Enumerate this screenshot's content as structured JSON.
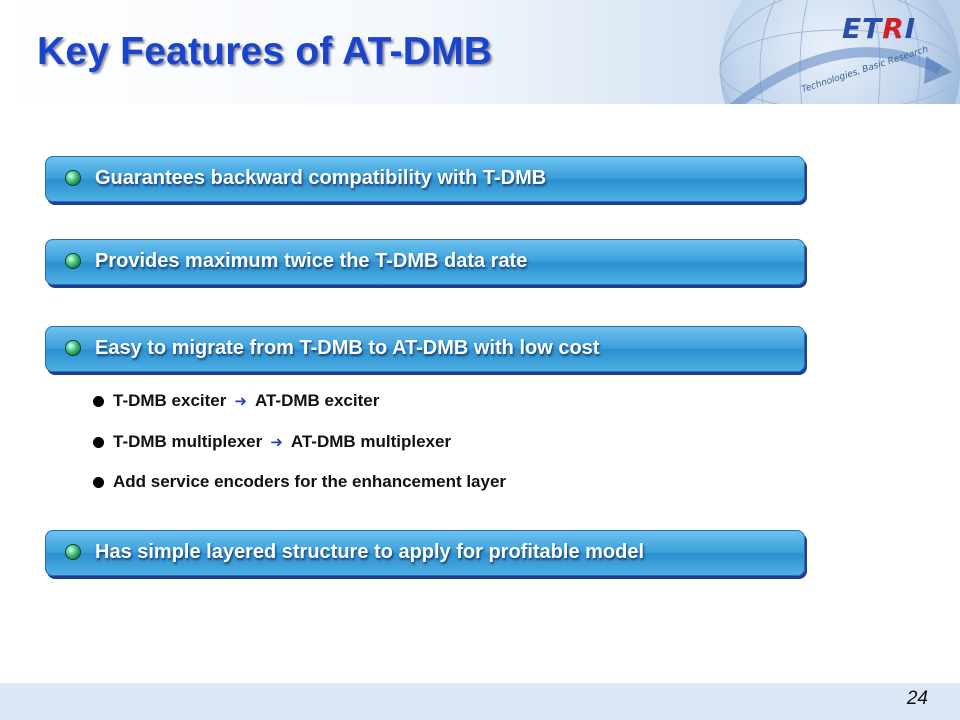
{
  "header": {
    "title": "Key Features of AT-DMB",
    "logo_main": "ET",
    "logo_accent": "R",
    "logo_end": "I",
    "globe_caption": "Technologies, Basic Research"
  },
  "features": [
    {
      "text": "Guarantees backward compatibility with T-DMB"
    },
    {
      "text": "Provides maximum twice the T-DMB data rate"
    },
    {
      "text": "Easy to migrate from T-DMB to AT-DMB with low cost"
    },
    {
      "text": "Has simple layered structure to apply for profitable model"
    }
  ],
  "migration_items": [
    {
      "from": "T-DMB exciter",
      "to": "AT-DMB exciter"
    },
    {
      "from": "T-DMB multiplexer",
      "to": "AT-DMB multiplexer"
    },
    {
      "text": "Add service encoders for the enhancement layer"
    }
  ],
  "footer": {
    "page_number": "24"
  },
  "colors": {
    "title": "#1a44cc",
    "banner": "#3a9fda",
    "arrow": "#2b3fb8",
    "logo": "#2b4fa8",
    "logo_accent": "#d0202a"
  }
}
